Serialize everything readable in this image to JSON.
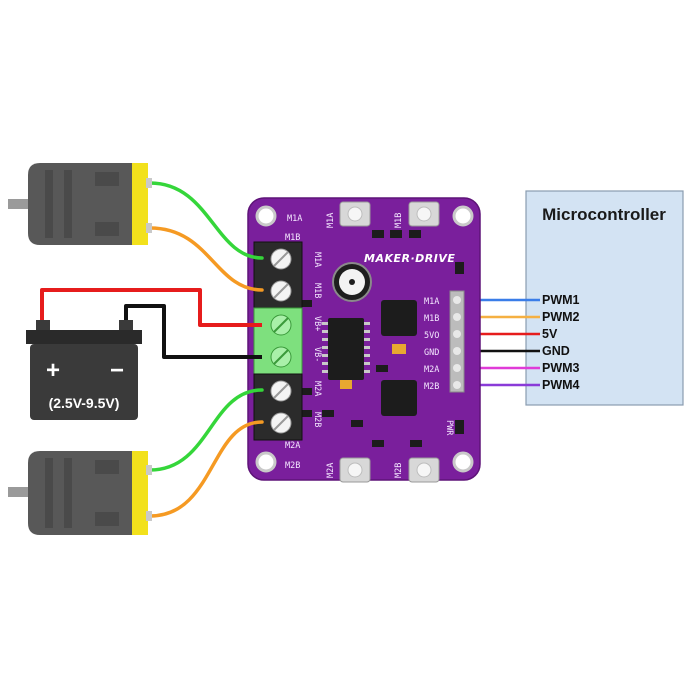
{
  "board": {
    "brand": "MAKER·DRIVE",
    "top_labels": {
      "m1a": "M1A",
      "m1b": "M1B",
      "m1a_sw": "M1A",
      "m1b_sw": "M1B"
    },
    "bottom_labels": {
      "m2a": "M2A",
      "m2b": "M2B",
      "m2a_sw": "M2A",
      "m2b_sw": "M2B"
    },
    "terminal_labels": [
      "M1A",
      "M1B",
      "VB+",
      "VB-",
      "M2A",
      "M2B"
    ],
    "header_labels": [
      "M1A",
      "M1B",
      "5VO",
      "GND",
      "M2A",
      "M2B"
    ],
    "pwr_label": "PWR"
  },
  "microcontroller": {
    "title": "Microcontroller",
    "pins": [
      "PWM1",
      "PWM2",
      "5V",
      "GND",
      "PWM3",
      "PWM4"
    ]
  },
  "battery": {
    "plus": "+",
    "minus": "−",
    "voltage": "(2.5V-9.5V)"
  },
  "colors": {
    "pcb": "#7a1f9c",
    "pcb_dark": "#5e1378",
    "terminal_black": "#2b2b2b",
    "terminal_green": "#7ee07e",
    "motor_body": "#585858",
    "motor_cap": "#f2e11c",
    "wire_green": "#35d63a",
    "wire_orange": "#f59a23",
    "wire_red": "#e61c1c",
    "wire_black": "#111111",
    "pwm1": "#3a7de8",
    "pwm2": "#f5b042",
    "v5": "#e61c1c",
    "gnd": "#111111",
    "pwm3": "#e03bd8",
    "pwm4": "#8a3bd8",
    "mcu_fill": "#d3e3f3"
  }
}
